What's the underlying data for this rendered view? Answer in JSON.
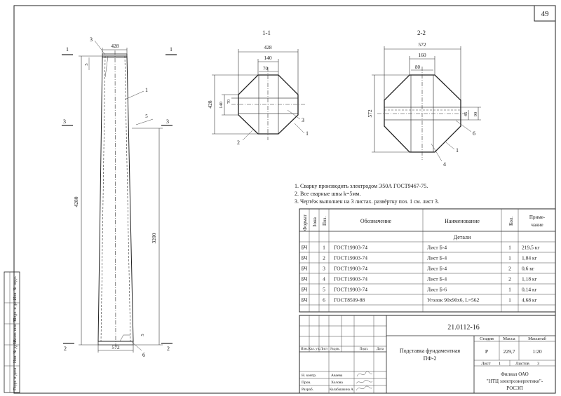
{
  "sheet": {
    "page_number": "49"
  },
  "drawing": {
    "elevation": {
      "dim_top_width": "428",
      "dim_bottom_width": "572",
      "dim_total_height": "4280",
      "dim_lower_height": "3200",
      "weld_top": "5",
      "weld_mid": "5",
      "weld_bottom": "5",
      "section_1": "1",
      "section_2": "2",
      "section_3": "3",
      "callout_1": "1",
      "callout_3": "3",
      "callout_6": "6"
    },
    "section_1_1": {
      "title": "1-1",
      "dim_width": "428",
      "dim_flat": "140",
      "dim_web": "70",
      "dim_height": "428",
      "dim_side": "140",
      "dim_side_small": "70",
      "callout_1": "1",
      "callout_2": "2",
      "callout_3": "3"
    },
    "section_2_2": {
      "title": "2-2",
      "dim_width": "572",
      "dim_flat": "160",
      "dim_web": "80",
      "dim_height": "572",
      "dim_angle": "45",
      "dim_angle_leg": "90",
      "callout_1": "1",
      "callout_4": "4",
      "callout_6": "6"
    }
  },
  "notes": [
    "1. Сварку производить электродом Э50А ГОСТ9467-75.",
    "2. Все сварные швы k=5мм.",
    "3. Чертёж выполнен на 3 листах. развёртку поз. 1 см. лист 3."
  ],
  "spec": {
    "headers": {
      "format": "Формат",
      "zone": "Зона",
      "pos": "Поз.",
      "designation": "Обозначение",
      "name": "Наименование",
      "qty": "Кол.",
      "note": "Приме-чание"
    },
    "section_title": "Детали",
    "rows": [
      {
        "format": "БЧ",
        "pos": "1",
        "designation": "ГОСТ19903-74",
        "name": "Лист Б-4",
        "qty": "1",
        "note": "219,5 кг"
      },
      {
        "format": "БЧ",
        "pos": "2",
        "designation": "ГОСТ19903-74",
        "name": "Лист Б-4",
        "qty": "1",
        "note": "1,84 кг"
      },
      {
        "format": "БЧ",
        "pos": "3",
        "designation": "ГОСТ19903-74",
        "name": "Лист Б-4",
        "qty": "2",
        "note": "0,6 кг"
      },
      {
        "format": "БЧ",
        "pos": "4",
        "designation": "ГОСТ19903-74",
        "name": "Лист Б-4",
        "qty": "2",
        "note": "1,18 кг"
      },
      {
        "format": "БЧ",
        "pos": "5",
        "designation": "ГОСТ19903-74",
        "name": "Лист Б-6",
        "qty": "1",
        "note": "0,14 кг"
      },
      {
        "format": "БЧ",
        "pos": "6",
        "designation": "ГОСТ8509-88",
        "name": "Уголок 90x90x6, L=562",
        "qty": "1",
        "note": "4,68 кг"
      }
    ]
  },
  "title_block": {
    "doc_code": "21.0112-16",
    "title_line1": "Подставка фундаментная",
    "title_line2": "ПФ-2",
    "col_stage": "Стадия",
    "col_mass": "Масса",
    "col_scale": "Масштаб",
    "stage": "Р",
    "mass": "229,7",
    "scale": "1:20",
    "sheet_label": "Лист",
    "sheet_no": "1",
    "sheets_label": "Листов",
    "sheets_total": "3",
    "org_line1": "Филиал ОАО",
    "org_line2": "\"НТЦ электроэнергетики\"-",
    "org_line3": "РОСЭП",
    "rev_headers": [
      "Изм.",
      "Кол. уч.",
      "Лист",
      "№док.",
      "Подп.",
      "Дата"
    ],
    "signers": [
      {
        "role": "Н. контр.",
        "name": "Аваева"
      },
      {
        "role": "Пров.",
        "name": "Холова"
      },
      {
        "role": "Разраб.",
        "name": "Калабашкина А."
      }
    ]
  },
  "left_margin": {
    "labels": [
      "Инв. № подл.",
      "Подп. и дата",
      "Взам. инв. №",
      "Инв. № дубл.",
      "Подп. и дата"
    ]
  }
}
